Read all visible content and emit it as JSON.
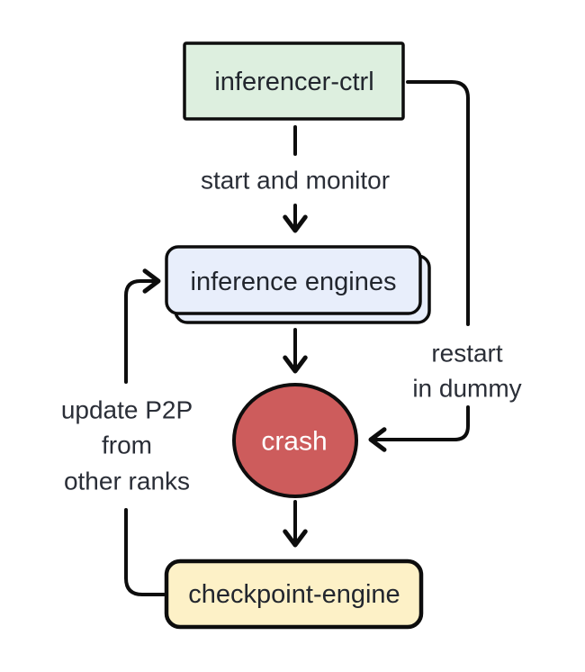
{
  "diagram": {
    "nodes": {
      "inferencer_ctrl": {
        "label": "inferencer-ctrl",
        "fill": "#ddefdf"
      },
      "inference_engines": {
        "label": "inference engines",
        "fill": "#e8eefb"
      },
      "crash": {
        "label": "crash",
        "fill": "#cd5c5c",
        "text_color": "#ffffff"
      },
      "checkpoint_engine": {
        "label": "checkpoint-engine",
        "fill": "#fdf1c7"
      }
    },
    "edge_labels": {
      "start_and_monitor": "start and monitor",
      "restart_line1": "restart",
      "restart_line2": "in dummy",
      "update_line1": "update P2P",
      "update_line2": "from",
      "update_line3": "other ranks"
    },
    "colors": {
      "ink": "#0d0d0d",
      "edge_label_text": "#2a2e37",
      "node_text": "#22262e",
      "background": "#ffffff"
    }
  }
}
